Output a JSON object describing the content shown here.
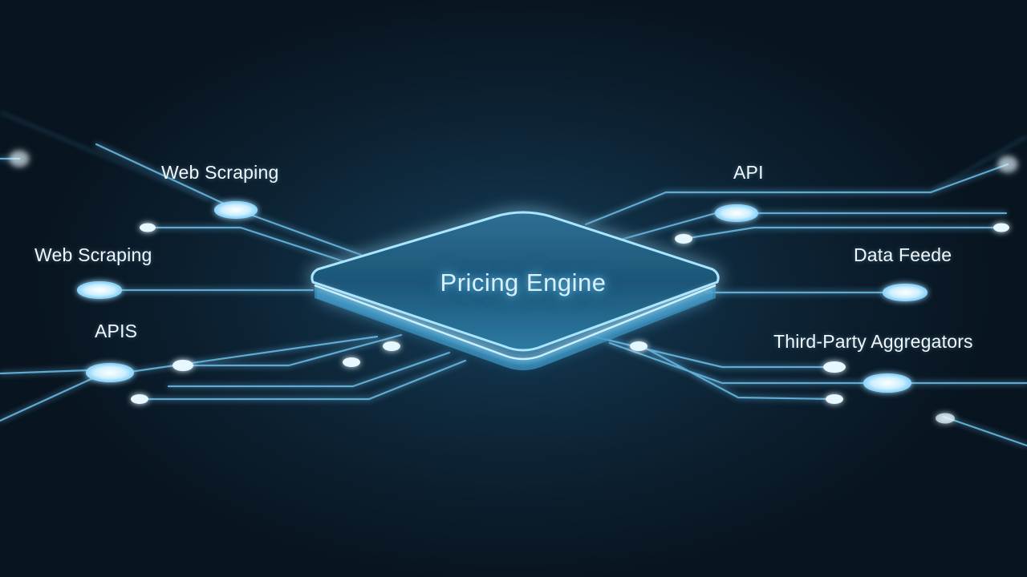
{
  "diagram": {
    "center": {
      "title": "Pricing Engine"
    },
    "left_sources": [
      {
        "label": "Web Scraping"
      },
      {
        "label": "Web Scraping"
      },
      {
        "label": "APIS"
      }
    ],
    "right_sources": [
      {
        "label": "API"
      },
      {
        "label": "Data Feede"
      },
      {
        "label": "Third-Party Aggregators"
      }
    ],
    "colors": {
      "background": "#0b1d2c",
      "trace": "#6fc4f0",
      "node_glow": "#bfeaff",
      "center_glow": "#7fd4ff"
    }
  }
}
